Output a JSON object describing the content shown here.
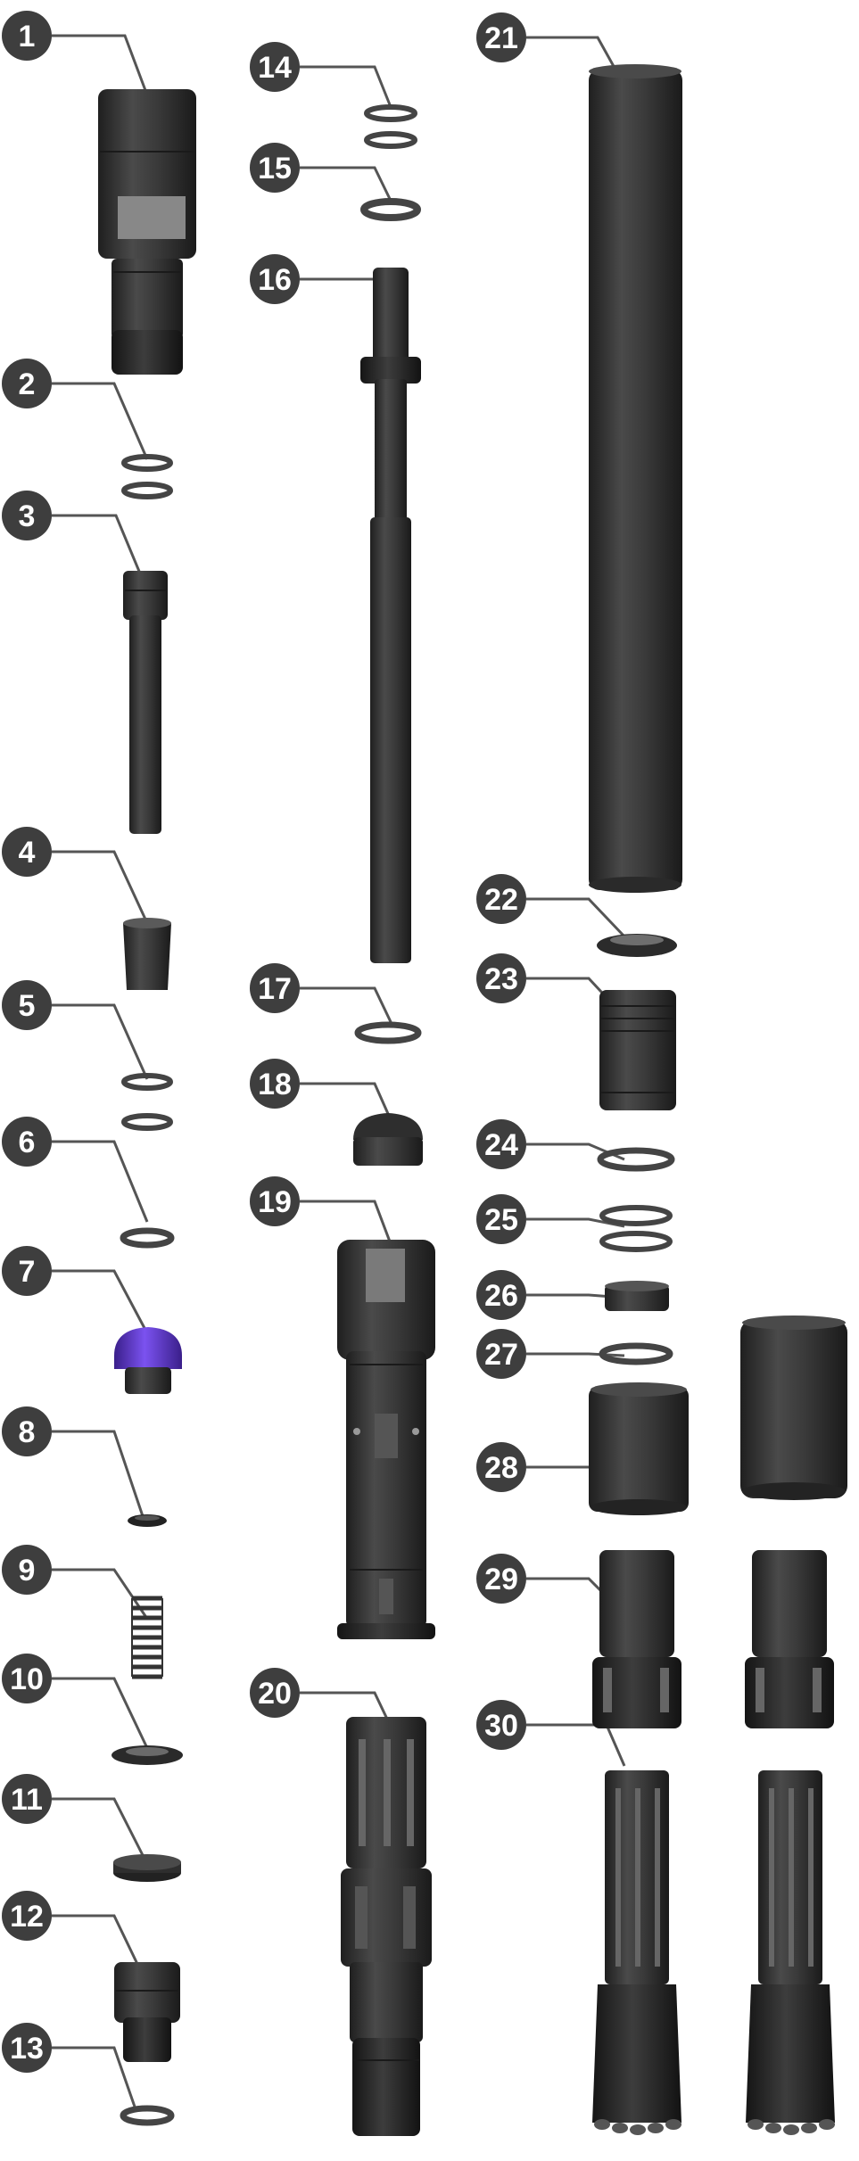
{
  "callouts": [
    {
      "label": "1"
    },
    {
      "label": "2"
    },
    {
      "label": "3"
    },
    {
      "label": "4"
    },
    {
      "label": "5"
    },
    {
      "label": "6"
    },
    {
      "label": "7"
    },
    {
      "label": "8"
    },
    {
      "label": "9"
    },
    {
      "label": "10"
    },
    {
      "label": "11"
    },
    {
      "label": "12"
    },
    {
      "label": "13"
    },
    {
      "label": "14"
    },
    {
      "label": "15"
    },
    {
      "label": "16"
    },
    {
      "label": "17"
    },
    {
      "label": "18"
    },
    {
      "label": "19"
    },
    {
      "label": "20"
    },
    {
      "label": "21"
    },
    {
      "label": "22"
    },
    {
      "label": "23"
    },
    {
      "label": "24"
    },
    {
      "label": "25"
    },
    {
      "label": "26"
    },
    {
      "label": "27"
    },
    {
      "label": "28"
    },
    {
      "label": "29"
    },
    {
      "label": "30"
    }
  ],
  "colors": {
    "badge": "#3e3e3e",
    "part_metal": "#3a3a3a",
    "purple_cap": "#6a3fd8",
    "leader_line": "#555555"
  }
}
